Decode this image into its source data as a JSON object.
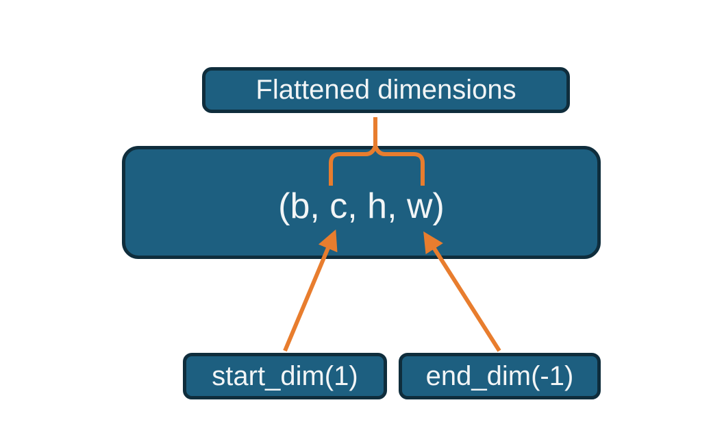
{
  "diagram": {
    "title_box": {
      "label": "Flattened dimensions"
    },
    "tensor_box": {
      "label": "(b, c, h, w)"
    },
    "start_dim_box": {
      "label": "start_dim(1)"
    },
    "end_dim_box": {
      "label": "end_dim(-1)"
    }
  },
  "colors": {
    "bg": "#ffffff",
    "box-fill": "#1d5f80",
    "box-border": "#0f2d3c",
    "accent": "#e87d2e",
    "text-ink": "#f2f5f6"
  }
}
